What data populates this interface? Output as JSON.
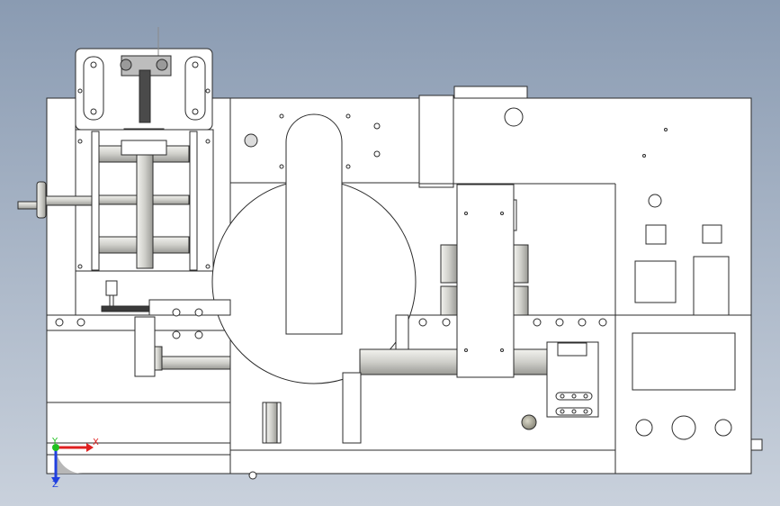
{
  "view": {
    "axis_x": "X",
    "axis_y": "Y",
    "axis_z": "Z"
  },
  "colors": {
    "background_top": "#8a9bb2",
    "background_bottom": "#c9d1dc",
    "part_face": "#ffffff",
    "part_edge": "#2b2b2b",
    "shaft": "#d8d8d4",
    "axis_x": "#e02020",
    "axis_y": "#20c020",
    "axis_z": "#2040e0"
  },
  "icons": {
    "triad": "coordinate-triad-icon"
  }
}
